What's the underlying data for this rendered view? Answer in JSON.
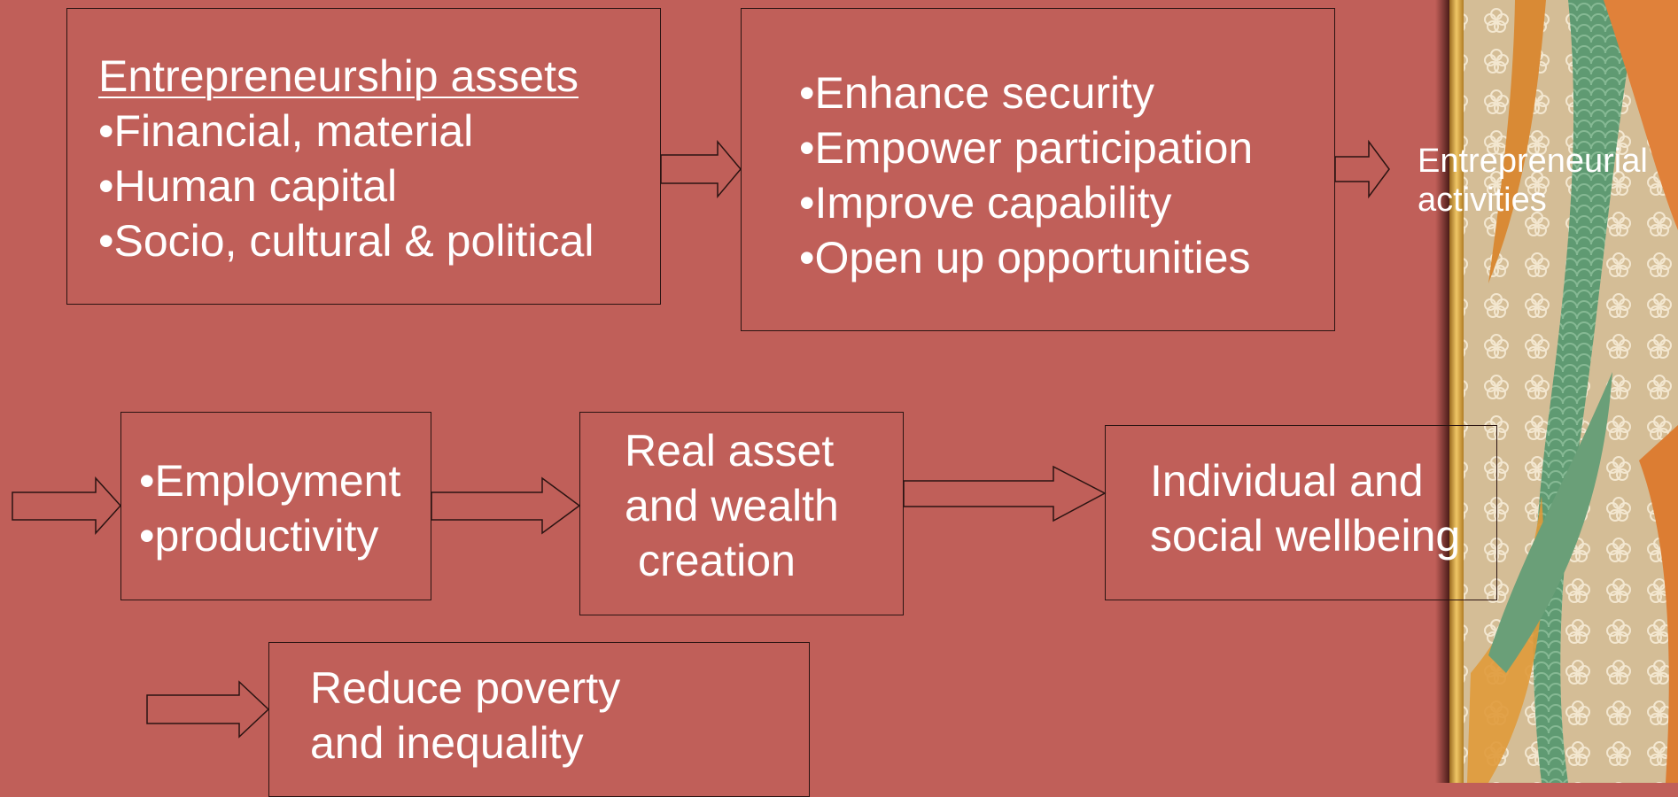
{
  "assets_box": {
    "title": "Entrepreneurship assets",
    "items": [
      "•Financial, material",
      "•Human capital",
      "•Socio, cultural & political"
    ]
  },
  "effects_box": {
    "items": [
      "•Enhance security",
      "•Empower participation",
      "•Improve capability",
      "•Open up opportunities"
    ]
  },
  "activities_label": [
    "Entrepreneurial",
    "activities"
  ],
  "employment_box": {
    "items": [
      "•Employment",
      "•productivity"
    ]
  },
  "wealth_box": {
    "lines": [
      "Real asset",
      "and wealth",
      "creation"
    ]
  },
  "wellbeing_box": {
    "lines": [
      "Individual and",
      "social wellbeing"
    ]
  },
  "poverty_box": {
    "lines": [
      "Reduce poverty",
      "and inequality"
    ]
  },
  "colors": {
    "background": "#C05F59",
    "text": "#FFFFFF",
    "border": "#2A1412",
    "panel_gold": "#D9A441",
    "panel_green": "#6E9E76",
    "panel_orange": "#E08A3C",
    "panel_beige": "#D8C3A0"
  }
}
